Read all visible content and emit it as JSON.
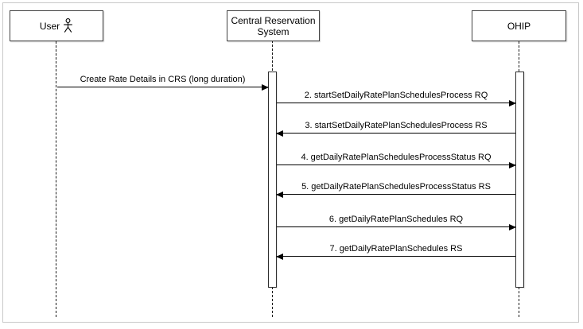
{
  "diagram_type": "uml-sequence",
  "actors": [
    {
      "label": "User",
      "icon": "actor-stick-figure"
    },
    {
      "label": "Central Reservation System"
    },
    {
      "label": "OHIP"
    }
  ],
  "messages": [
    {
      "label": "Create Rate Details in CRS (long duration)",
      "from": "User",
      "to": "Central Reservation System",
      "direction": "right"
    },
    {
      "label": "2. startSetDailyRatePlanSchedulesProcess RQ",
      "from": "Central Reservation System",
      "to": "OHIP",
      "direction": "right"
    },
    {
      "label": "3. startSetDailyRatePlanSchedulesProcess RS",
      "from": "OHIP",
      "to": "Central Reservation System",
      "direction": "left"
    },
    {
      "label": "4. getDailyRatePlanSchedulesProcessStatus RQ",
      "from": "Central Reservation System",
      "to": "OHIP",
      "direction": "right"
    },
    {
      "label": "5. getDailyRatePlanSchedulesProcessStatus RS",
      "from": "OHIP",
      "to": "Central Reservation System",
      "direction": "left"
    },
    {
      "label": "6. getDailyRatePlanSchedules RQ",
      "from": "Central Reservation System",
      "to": "OHIP",
      "direction": "right"
    },
    {
      "label": "7. getDailyRatePlanSchedules RS",
      "from": "OHIP",
      "to": "Central Reservation System",
      "direction": "left"
    }
  ],
  "colors": {
    "background": "#ffffff",
    "frame_border": "#c9c9c9",
    "shape_border": "#424242",
    "line": "#000000",
    "text": "#000000"
  }
}
